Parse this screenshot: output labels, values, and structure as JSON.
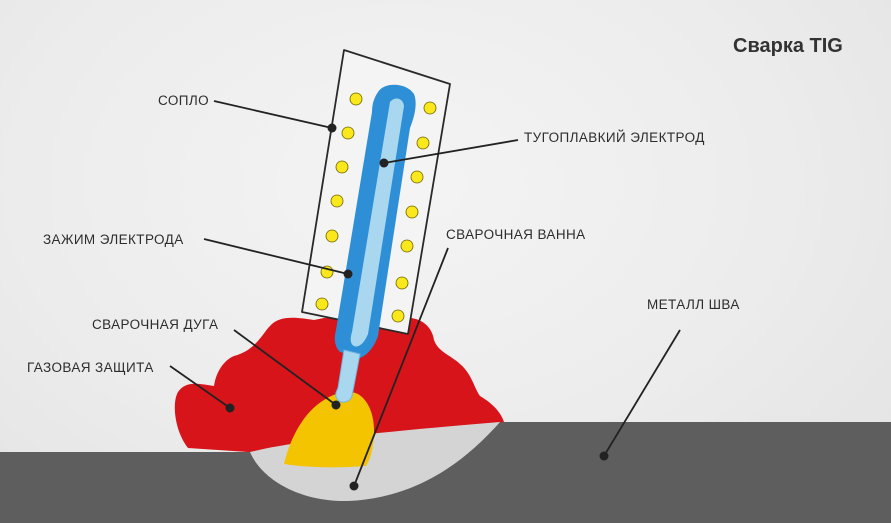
{
  "title": "Сварка TIG",
  "labels": {
    "nozzle": "СОПЛО",
    "electrode": "ТУГОПЛАВКИЙ ЭЛЕКТРОД",
    "clamp": "ЗАЖИМ ЭЛЕКТРОДА",
    "weld_pool": "СВАРОЧНАЯ ВАННА",
    "weld_metal": "МЕТАЛЛ ШВА",
    "arc": "СВАРОЧНАЯ ДУГА",
    "gas_shield": "ГАЗОВАЯ ЗАЩИТА"
  },
  "colors": {
    "background": "#eeeeee",
    "base_metal": "#5e5e5e",
    "gas_shield": "#d7141a",
    "arc": "#f5c400",
    "weld_pool": "#d4d4d4",
    "electrode_outer": "#2f8fd6",
    "electrode_inner": "#a9d7ef",
    "gas_particles": "#fbe81c",
    "nozzle": "#f4f4f4",
    "lines": "#222222"
  }
}
